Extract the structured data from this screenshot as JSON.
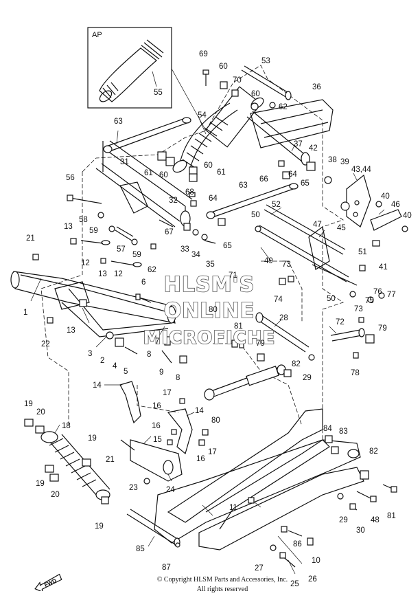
{
  "inset": {
    "label": "AP"
  },
  "watermark": {
    "line1": "HLSM'S",
    "line2": "ONLINE",
    "line3": "MICROFICHE"
  },
  "copyright": {
    "line1": "© Copyright HLSM Parts and Accessories, Inc.",
    "line2": "All rights reserved"
  },
  "fwd_label": "FWD",
  "callouts": [
    {
      "id": "55",
      "text": "55"
    },
    {
      "id": "69",
      "text": "69"
    },
    {
      "id": "60a",
      "text": "60"
    },
    {
      "id": "70",
      "text": "70"
    },
    {
      "id": "53",
      "text": "53"
    },
    {
      "id": "60b",
      "text": "60"
    },
    {
      "id": "62a",
      "text": "62"
    },
    {
      "id": "36",
      "text": "36"
    },
    {
      "id": "63a",
      "text": "63"
    },
    {
      "id": "54",
      "text": "54"
    },
    {
      "id": "37",
      "text": "37"
    },
    {
      "id": "42",
      "text": "42"
    },
    {
      "id": "38",
      "text": "38"
    },
    {
      "id": "39",
      "text": "39"
    },
    {
      "id": "31",
      "text": "31"
    },
    {
      "id": "61a",
      "text": "61"
    },
    {
      "id": "60c",
      "text": "60"
    },
    {
      "id": "60d",
      "text": "60"
    },
    {
      "id": "61b",
      "text": "61"
    },
    {
      "id": "66",
      "text": "66"
    },
    {
      "id": "64a",
      "text": "64"
    },
    {
      "id": "65a",
      "text": "65"
    },
    {
      "id": "4344",
      "text": "43,44"
    },
    {
      "id": "56",
      "text": "56"
    },
    {
      "id": "63b",
      "text": "63"
    },
    {
      "id": "68",
      "text": "68"
    },
    {
      "id": "64b",
      "text": "64"
    },
    {
      "id": "40a",
      "text": "40"
    },
    {
      "id": "46",
      "text": "46"
    },
    {
      "id": "32",
      "text": "32"
    },
    {
      "id": "52",
      "text": "52"
    },
    {
      "id": "45",
      "text": "45"
    },
    {
      "id": "40b",
      "text": "40"
    },
    {
      "id": "58",
      "text": "58"
    },
    {
      "id": "50a",
      "text": "50"
    },
    {
      "id": "59a",
      "text": "59"
    },
    {
      "id": "67",
      "text": "67"
    },
    {
      "id": "47",
      "text": "47"
    },
    {
      "id": "13a",
      "text": "13"
    },
    {
      "id": "57",
      "text": "57"
    },
    {
      "id": "59b",
      "text": "59"
    },
    {
      "id": "33",
      "text": "33"
    },
    {
      "id": "34",
      "text": "34"
    },
    {
      "id": "65b",
      "text": "65"
    },
    {
      "id": "21a",
      "text": "21"
    },
    {
      "id": "12a",
      "text": "12"
    },
    {
      "id": "62b",
      "text": "62"
    },
    {
      "id": "35",
      "text": "35"
    },
    {
      "id": "49",
      "text": "49"
    },
    {
      "id": "51",
      "text": "51"
    },
    {
      "id": "41",
      "text": "41"
    },
    {
      "id": "73a",
      "text": "73"
    },
    {
      "id": "13b",
      "text": "13"
    },
    {
      "id": "12b",
      "text": "12"
    },
    {
      "id": "71",
      "text": "71"
    },
    {
      "id": "74",
      "text": "74"
    },
    {
      "id": "6",
      "text": "6"
    },
    {
      "id": "1",
      "text": "1"
    },
    {
      "id": "50b",
      "text": "50"
    },
    {
      "id": "76",
      "text": "76"
    },
    {
      "id": "75",
      "text": "75"
    },
    {
      "id": "77",
      "text": "77"
    },
    {
      "id": "80a",
      "text": "80"
    },
    {
      "id": "73b",
      "text": "73"
    },
    {
      "id": "13c",
      "text": "13"
    },
    {
      "id": "28",
      "text": "28"
    },
    {
      "id": "81a",
      "text": "81"
    },
    {
      "id": "22",
      "text": "22"
    },
    {
      "id": "72",
      "text": "72"
    },
    {
      "id": "79a",
      "text": "79"
    },
    {
      "id": "3",
      "text": "3"
    },
    {
      "id": "7",
      "text": "7"
    },
    {
      "id": "8a",
      "text": "8"
    },
    {
      "id": "79b",
      "text": "79"
    },
    {
      "id": "2",
      "text": "2"
    },
    {
      "id": "4",
      "text": "4"
    },
    {
      "id": "8b",
      "text": "8"
    },
    {
      "id": "5",
      "text": "5"
    },
    {
      "id": "9",
      "text": "9"
    },
    {
      "id": "82a",
      "text": "82"
    },
    {
      "id": "78",
      "text": "78"
    },
    {
      "id": "29a",
      "text": "29"
    },
    {
      "id": "14a",
      "text": "14"
    },
    {
      "id": "17a",
      "text": "17"
    },
    {
      "id": "16a",
      "text": "16"
    },
    {
      "id": "80b",
      "text": "80"
    },
    {
      "id": "19a",
      "text": "19"
    },
    {
      "id": "20a",
      "text": "20"
    },
    {
      "id": "14b",
      "text": "14"
    },
    {
      "id": "16b",
      "text": "16"
    },
    {
      "id": "18",
      "text": "18"
    },
    {
      "id": "15",
      "text": "15"
    },
    {
      "id": "84",
      "text": "84"
    },
    {
      "id": "83",
      "text": "83"
    },
    {
      "id": "19b",
      "text": "19"
    },
    {
      "id": "21b",
      "text": "21"
    },
    {
      "id": "16c",
      "text": "16"
    },
    {
      "id": "17b",
      "text": "17"
    },
    {
      "id": "82b",
      "text": "82"
    },
    {
      "id": "19c",
      "text": "19"
    },
    {
      "id": "20b",
      "text": "20"
    },
    {
      "id": "23",
      "text": "23"
    },
    {
      "id": "24",
      "text": "24"
    },
    {
      "id": "11",
      "text": "11"
    },
    {
      "id": "29b",
      "text": "29"
    },
    {
      "id": "48",
      "text": "48"
    },
    {
      "id": "81b",
      "text": "81"
    },
    {
      "id": "19d",
      "text": "19"
    },
    {
      "id": "30",
      "text": "30"
    },
    {
      "id": "85",
      "text": "85"
    },
    {
      "id": "86",
      "text": "86"
    },
    {
      "id": "10",
      "text": "10"
    },
    {
      "id": "87",
      "text": "87"
    },
    {
      "id": "27",
      "text": "27"
    },
    {
      "id": "26",
      "text": "26"
    },
    {
      "id": "25",
      "text": "25"
    }
  ]
}
